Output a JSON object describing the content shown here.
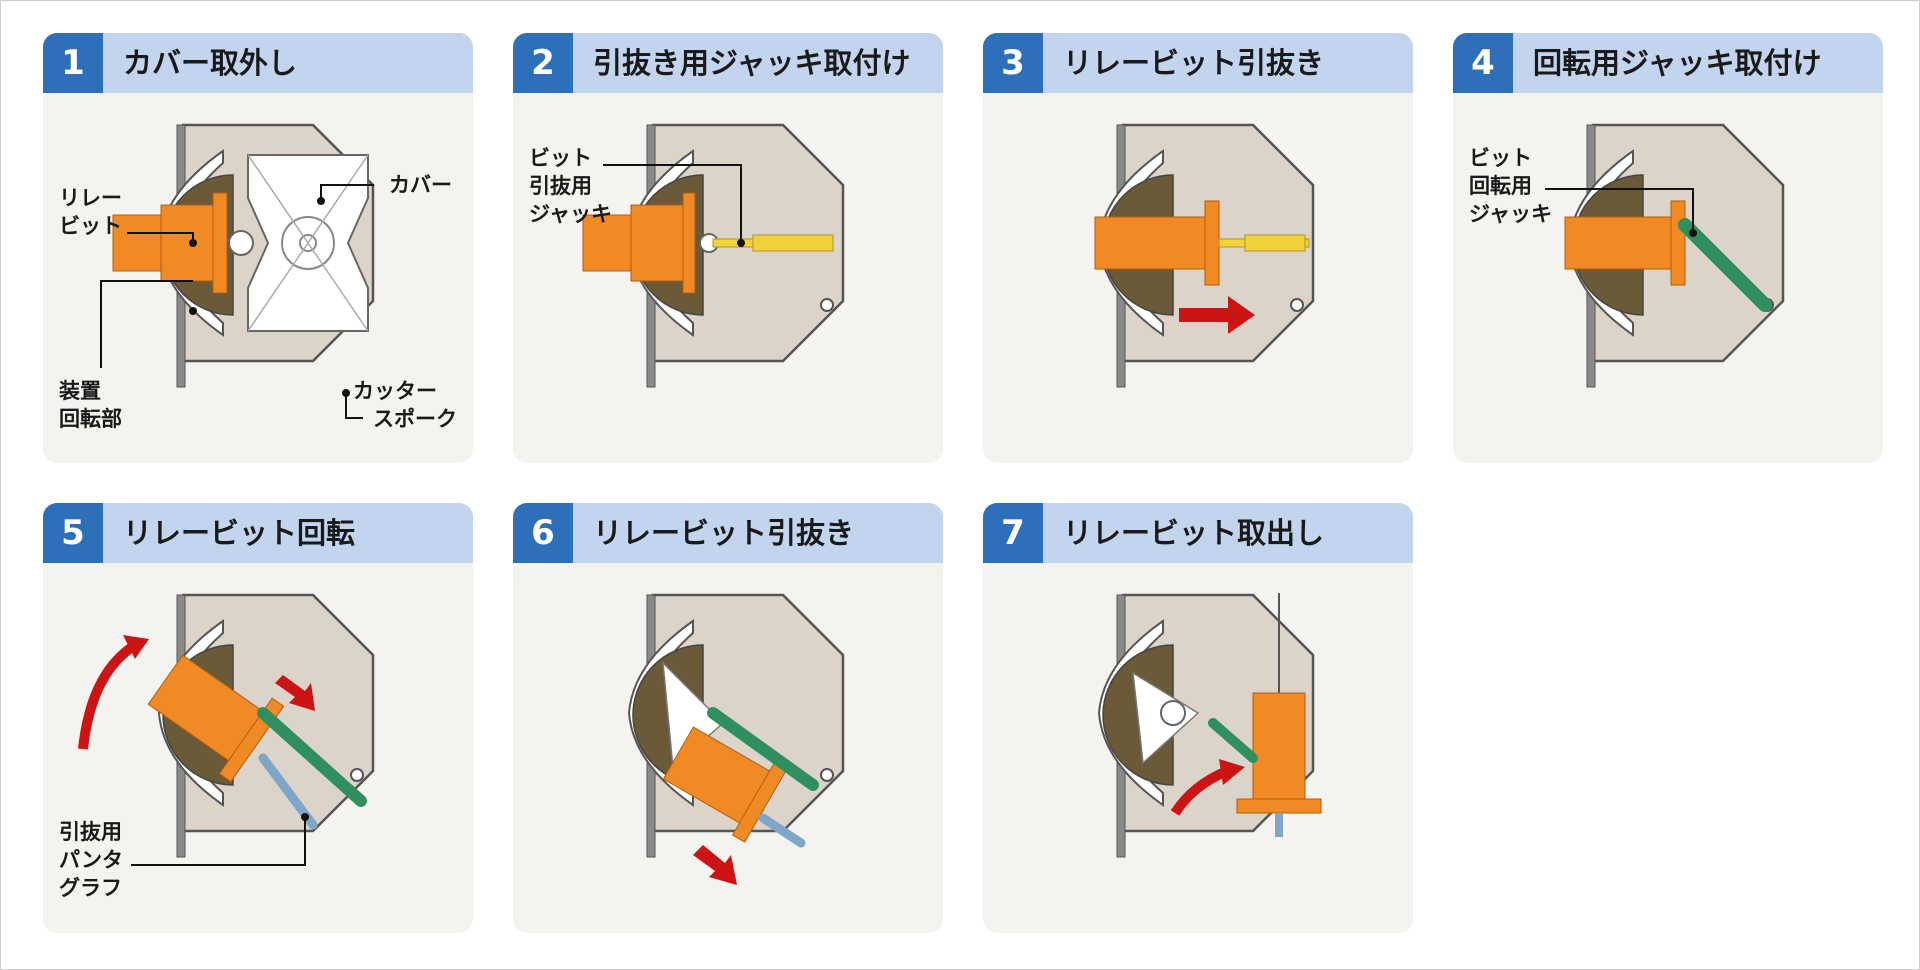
{
  "steps": [
    {
      "number": "1",
      "title": "カバー取外し",
      "labels": {
        "relay_bit_1": "リレー",
        "relay_bit_2": "ビット",
        "cover": "カバー",
        "rotor_1": "装置",
        "rotor_2": "回転部",
        "spoke_1": "カッター",
        "spoke_2": "スポーク"
      }
    },
    {
      "number": "2",
      "title": "引抜き用ジャッキ取付け",
      "labels": {
        "line1": "ビット",
        "line2": "引抜用",
        "line3": "ジャッキ"
      }
    },
    {
      "number": "3",
      "title": "リレービット引抜き"
    },
    {
      "number": "4",
      "title": "回転用ジャッキ取付け",
      "labels": {
        "line1": "ビット",
        "line2": "回転用",
        "line3": "ジャッキ"
      }
    },
    {
      "number": "5",
      "title": "リレービット回転",
      "labels": {
        "line1": "引抜用",
        "line2": "パンタ",
        "line3": "グラフ"
      }
    },
    {
      "number": "6",
      "title": "リレービット引抜き"
    },
    {
      "number": "7",
      "title": "リレービット取出し"
    }
  ],
  "colors": {
    "header_bg": "#c3d5ee",
    "number_bg": "#2e6fba",
    "card_bg": "#f5f3ef",
    "housing_fill": "#ddd4c9",
    "orange": "#f08a24",
    "olive": "#6a5a38",
    "yellow_jack": "#f2d23a",
    "green_jack": "#2f8f5f",
    "blue_pantograph": "#7ea6c8",
    "arrow_red": "#cc1414"
  }
}
